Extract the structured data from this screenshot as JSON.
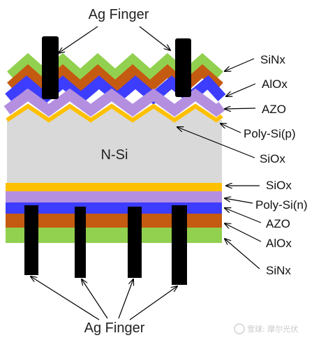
{
  "labels": {
    "top_finger": "Ag Finger",
    "bottom_finger": "Ag Finger",
    "substrate": "N-Si",
    "right_top": [
      "SiNx",
      "AlOx",
      "AZO",
      "Poly-Si(p)",
      "SiOx"
    ],
    "right_bottom": [
      "SiOx",
      "Poly-Si(n)",
      "AZO",
      "AlOx",
      "SiNx"
    ]
  },
  "watermark": {
    "text": "雪球: 摩尔光伏"
  },
  "colors": {
    "sinx": "#92d050",
    "alox": "#c55a11",
    "azo": "#3d3dff",
    "polysi_p": "#b48fe0",
    "polysi_n": "#b48fe0",
    "siox": "#ffc000",
    "nsi": "#d9d9d9",
    "finger": "#000000"
  }
}
